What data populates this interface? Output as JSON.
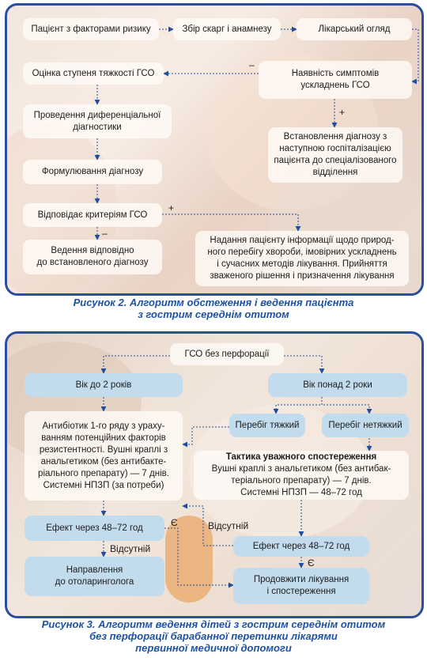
{
  "figure1": {
    "boxes": {
      "patient": "Пацієнт з факторами ризику",
      "complaints": "Збір скарг і анамнезу",
      "exam": "Лікарський огляд",
      "symptoms": "Наявність симптомів\nускладнень ГСО",
      "severity": "Оцінка ступеня тяжкості ГСО",
      "differential": "Проведення диференціальної\nдіагностики",
      "hospital": "Встановлення діагнозу з\nнаступною госпіталізацією\nпацієнта до спеціалізованого\nвідділення",
      "formulation": "Формулювання діагнозу",
      "criteria": "Відповідає критеріям ГСО",
      "maintain": "Ведення відповідно\nдо встановленого діагнозу",
      "inform": "Надання пацієнту інформації щодо природ-\nного перебігу хвороби, імовірних ускладнень\nі сучасних методів лікування. Прийняття\nзваженого рішення і призначення лікування"
    },
    "signs": {
      "minus_symptoms": "–",
      "plus_symptoms": "+",
      "plus_criteria": "+",
      "minus_criteria": "–"
    },
    "caption": "Рисунок 2. Алгоритм обстеження і ведення пацієнта\nз гострим середнім отитом"
  },
  "figure2": {
    "boxes": {
      "root": "ГСО без перфорації",
      "under2": "Вік до 2 років",
      "over2": "Вік понад 2 роки",
      "severe": "Перебіг тяжкий",
      "mild": "Перебіг нетяжкий",
      "antibiotic": "Антибіотик 1-го ряду з ураху-\nванням потенційних факторів\nрезистентності. Вушні краплі з\nанальгетиком (без антибакте-\nріального препарату) — 7 днів.\nСистемні НПЗП (за потреби)",
      "watch_title": "Тактика уважного спостереження",
      "watch_body": "Вушні краплі з анальгетиком (без антибак-\nтеріального препарату) — 7 днів.\nСистемні НПЗП — 48–72 год",
      "effect_left": "Ефект через 48–72 год",
      "effect_right": "Ефект через 48–72 год",
      "referral": "Направлення\nдо отоларинголога",
      "continue": "Продовжити лікування\nі спостереження"
    },
    "labels": {
      "absent_left": "Відсутній",
      "absent_right": "Відсутній",
      "present_left": "Є",
      "present_right": "Є"
    },
    "caption": "Рисунок 3. Алгоритм ведення дітей з гострим середнім отитом\nбез перфорації барабанної перетинки лікарями\nпервинної медичної допомоги"
  },
  "colors": {
    "frame": "#2b4f9e",
    "box_blue": "#c3dced",
    "caption": "#1d52a3"
  }
}
